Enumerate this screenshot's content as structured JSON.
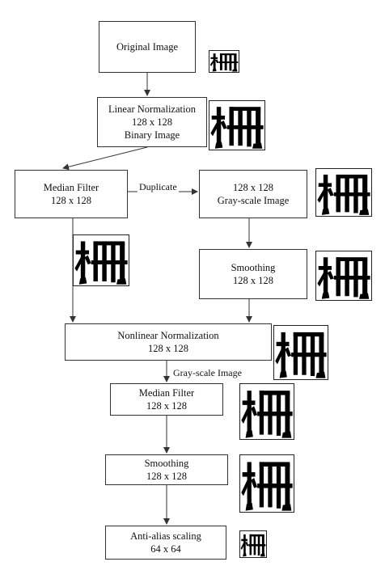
{
  "nodes": {
    "original": [
      "Original Image"
    ],
    "linear": [
      "Linear Normalization",
      "128 x 128",
      "Binary Image"
    ],
    "median1": [
      "Median Filter",
      "128 x 128"
    ],
    "gray": [
      "128 x 128",
      "Gray-scale Image"
    ],
    "smooth1": [
      "Smoothing",
      "128 x 128"
    ],
    "nonlinear": [
      "Nonlinear Normalization",
      "128 x 128"
    ],
    "median2": [
      "Median Filter",
      "128 x 128"
    ],
    "smooth2": [
      "Smoothing",
      "128 x 128"
    ],
    "antialias": [
      "Anti-alias scaling",
      "64 x 64"
    ]
  },
  "edge_labels": {
    "duplicate": "Duplicate",
    "grayscale": "Gray-scale Image"
  },
  "glyph_images": [
    {
      "name": "original",
      "glyph": "柵"
    },
    {
      "name": "linear",
      "glyph": "柵"
    },
    {
      "name": "gray",
      "glyph": "柵"
    },
    {
      "name": "median",
      "glyph": "柵"
    },
    {
      "name": "smooth1",
      "glyph": "柵"
    },
    {
      "name": "nonlinear",
      "glyph": "柵"
    },
    {
      "name": "median2",
      "glyph": "柵"
    },
    {
      "name": "smooth2",
      "glyph": "柵"
    },
    {
      "name": "antialias",
      "glyph": "柵"
    }
  ]
}
